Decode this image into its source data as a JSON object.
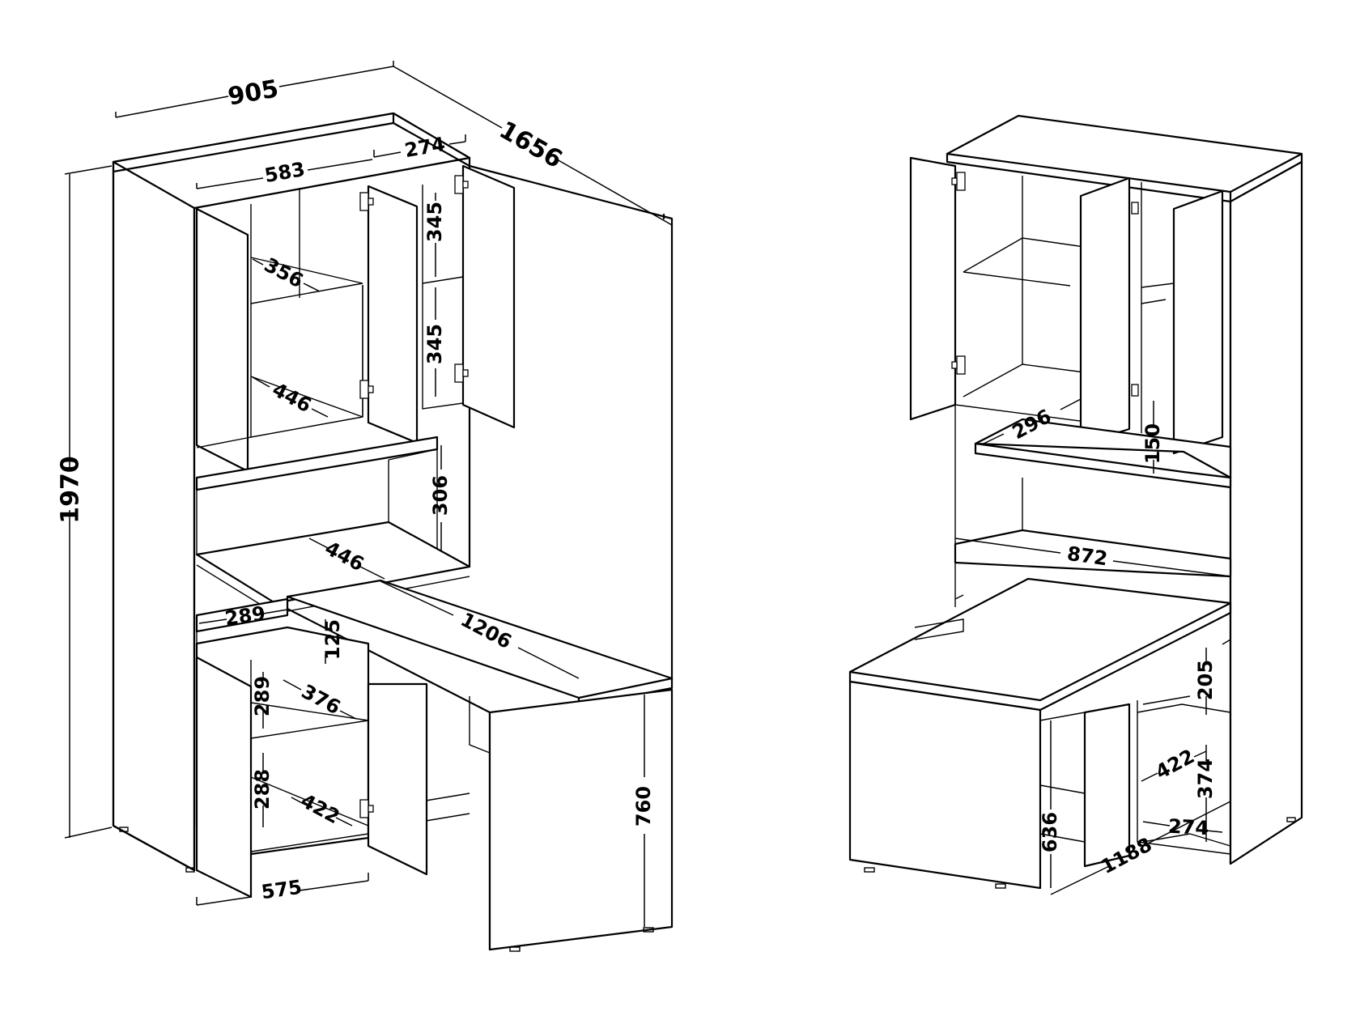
{
  "product": "corner desk with cabinet",
  "views": [
    {
      "name": "left-view",
      "dimensions": {
        "total_width": "905",
        "total_depth": "1656",
        "total_height": "1970",
        "top_cabinet_inner_width": "583",
        "top_side_cabinet_width": "274",
        "side_shelf_height_upper": "345",
        "side_shelf_height_lower": "345",
        "upper_shelf_depth": "356",
        "lower_shelf_depth": "446",
        "niche_height": "306",
        "desk_depth": "446",
        "drawer_width": "289",
        "drawer_height": "125",
        "desk_length": "1206",
        "bottom_shelf_height_upper": "289",
        "bottom_shelf_depth_upper": "376",
        "bottom_shelf_height_lower": "288",
        "bottom_shelf_depth_lower": "422",
        "bottom_cabinet_width": "575",
        "desk_height": "760"
      }
    },
    {
      "name": "right-view",
      "dimensions": {
        "shelf_depth": "296",
        "shelf_gap": "150",
        "inner_width": "872",
        "shelf_height": "205",
        "shelf_depth_lower": "422",
        "shelf_height_lower": "374",
        "shelf_width": "274",
        "desk_leg_height": "636",
        "desk_length": "1188"
      }
    }
  ],
  "colors": {
    "line": "#000000",
    "background": "#ffffff"
  }
}
